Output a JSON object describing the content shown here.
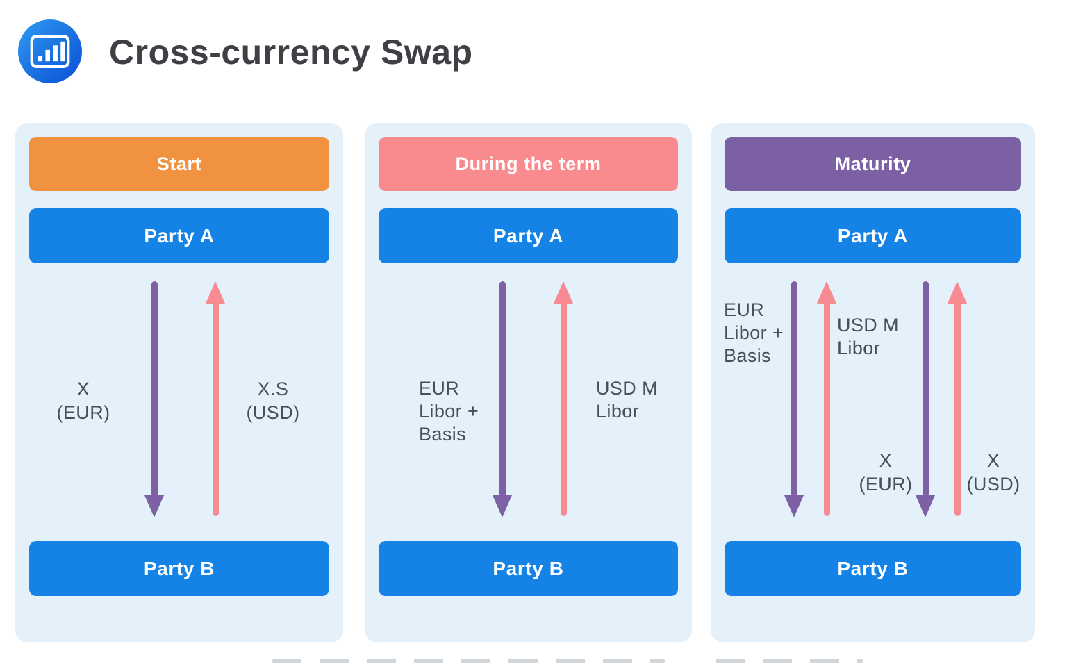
{
  "header": {
    "title": "Cross-currency Swap",
    "icon": "bar-chart-icon"
  },
  "colors": {
    "panel_background": "#e4f0fa",
    "stage_start": "#f0923f",
    "stage_during_term": "#f98b8f",
    "stage_maturity": "#7c60a4",
    "party_box_blue": "#1583e6",
    "arrow_down_purple": "#7e61a5",
    "arrow_up_pink": "#f88a92",
    "label_text": "#47505a",
    "title_text": "#3e4045"
  },
  "panels": [
    {
      "stage": "Start",
      "party_top": "Party A",
      "party_bottom": "Party B",
      "flows": [
        {
          "direction": "down",
          "color": "#7e61a5",
          "label_lines": [
            "X",
            "(EUR)"
          ]
        },
        {
          "direction": "up",
          "color": "#f88a92",
          "label_lines": [
            "X.S",
            "(USD)"
          ]
        }
      ]
    },
    {
      "stage": "During the term",
      "party_top": "Party A",
      "party_bottom": "Party B",
      "flows": [
        {
          "direction": "down",
          "color": "#7e61a5",
          "label_lines": [
            "EUR",
            "Libor +",
            "Basis"
          ]
        },
        {
          "direction": "up",
          "color": "#f88a92",
          "label_lines": [
            "USD M",
            "Libor"
          ]
        }
      ]
    },
    {
      "stage": "Maturity",
      "party_top": "Party A",
      "party_bottom": "Party B",
      "flows": [
        {
          "direction": "down",
          "color": "#7e61a5",
          "label_lines": [
            "EUR",
            "Libor +",
            "Basis"
          ]
        },
        {
          "direction": "up",
          "color": "#f88a92",
          "label_lines": [
            "USD M",
            "Libor"
          ]
        },
        {
          "direction": "down",
          "color": "#7e61a5",
          "label_lines": [
            "X",
            "(EUR)"
          ]
        },
        {
          "direction": "up",
          "color": "#f88a92",
          "label_lines": [
            "X",
            "(USD)"
          ]
        }
      ]
    }
  ]
}
